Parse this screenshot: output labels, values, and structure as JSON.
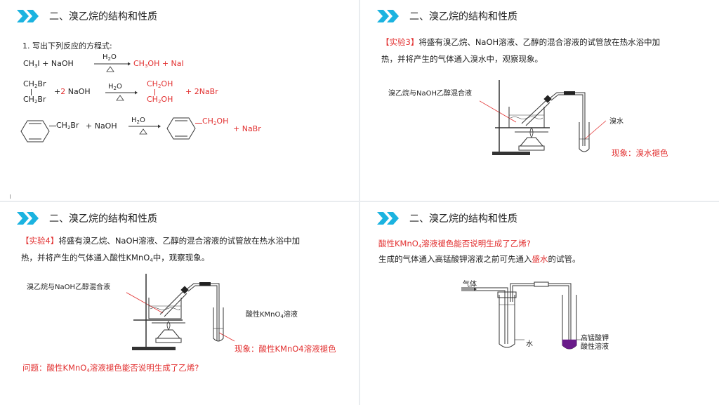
{
  "header_title": "二、溴乙烷的结构和性质",
  "slide1": {
    "intro": "1. 写出下列反应的方程式:",
    "r1_left_a": "CH",
    "r1_left_sub": "3",
    "r1_left_b": "I  +  NaOH",
    "cond_top": "H",
    "cond_sub": "2",
    "cond_o": "O",
    "r1_prod_a": "CH",
    "r1_prod_sub": "3",
    "r1_prod_b": "OH  +  NaI",
    "r2_ch2br_a": "CH",
    "r2_ch2br_sub": "2",
    "r2_ch2br_b": "Br",
    "r2_plus": "+",
    "r2_coef": "2",
    "r2_naoh": "NaOH",
    "r2_ch2oh_a": "CH",
    "r2_ch2oh_sub": "2",
    "r2_ch2oh_b": "OH",
    "r2_nabr": "+ 2NaBr",
    "r3_ch2br_a": "CH",
    "r3_ch2br_sub": "2",
    "r3_ch2br_b": "Br",
    "r3_naoh": "+ NaOH",
    "r3_ch2oh_a": "CH",
    "r3_ch2oh_sub": "2",
    "r3_ch2oh_b": "OH",
    "r3_nabr": "+ NaBr"
  },
  "slide2": {
    "exp_label": "【实验3】",
    "exp_text_1": "将盛有溴乙烷、NaOH溶液、乙醇的混合溶液的试管放在热水浴中加",
    "exp_text_2": "热，并将产生的气体通入溴水中，观察现象。",
    "label_mix": "溴乙烷与NaOH乙醇混合液",
    "label_water": "溴水",
    "phenomenon": "现象：溴水褪色"
  },
  "slide3": {
    "exp_label": "【实验4】",
    "exp_text_1": "将盛有溴乙烷、NaOH溶液、乙醇的混合溶液的试管放在热水浴中加",
    "exp_text_2a": "热，并将产生的气体通入酸性KMnO",
    "exp_text_2sub": "4",
    "exp_text_2b": "中，观察现象。",
    "label_mix": "溴乙烷与NaOH乙醇混合液",
    "label_kmno4_a": "酸性KMnO",
    "label_kmno4_sub": "4",
    "label_kmno4_b": "溶液",
    "phenomenon": "现象：酸性KMnO4溶液褪色",
    "question_a": "问题：酸性KMnO",
    "question_sub": "4",
    "question_b": "溶液褪色能否说明生成了乙烯?"
  },
  "slide4": {
    "q_a": "酸性KMnO",
    "q_sub": "4",
    "q_b": "溶液褪色能否说明生成了乙烯?",
    "ans_a": "生成的气体通入高锰酸钾溶液之前可先通入",
    "ans_red": "盛水",
    "ans_b": "的试管。",
    "label_gas": "气体",
    "label_water": "水",
    "label_kmno4_1": "高锰酸钾",
    "label_kmno4_2": "酸性溶液"
  },
  "colors": {
    "accent": "#1bb3e0",
    "red": "#e23030",
    "purple": "#6a1b8a"
  }
}
